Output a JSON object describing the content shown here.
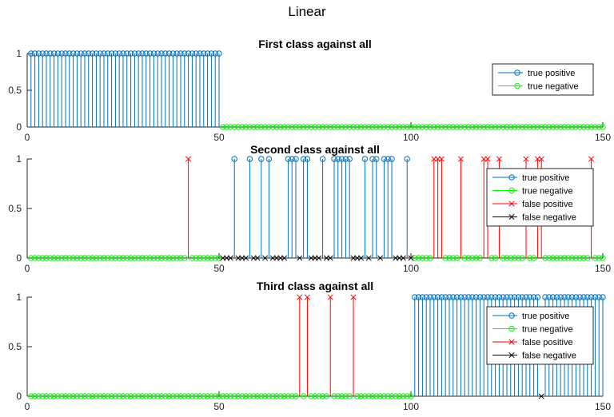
{
  "figure": {
    "title": "Linear"
  },
  "chart_data": [
    {
      "type": "stem",
      "title": "First class against all",
      "xlim": [
        0,
        150
      ],
      "ylim": [
        0,
        1
      ],
      "xticks": [
        "0",
        "50",
        "100",
        "150"
      ],
      "yticks": [
        "0",
        "0.5",
        "1"
      ],
      "grid": false,
      "legend_position": "top-right",
      "legend": [
        "true positive",
        "true negative"
      ],
      "series": [
        {
          "name": "true positive",
          "marker": "o",
          "color": "#0072bd",
          "range": [
            1,
            50
          ],
          "value": 1
        },
        {
          "name": "true negative",
          "marker": "o",
          "color": "#00ff00",
          "range": [
            51,
            150
          ],
          "value": 0
        }
      ]
    },
    {
      "type": "stem",
      "title": "Second class against all",
      "xlim": [
        0,
        150
      ],
      "ylim": [
        0,
        1
      ],
      "xticks": [
        "0",
        "50",
        "100",
        "150"
      ],
      "yticks": [
        "0",
        "0.5",
        "1"
      ],
      "grid": false,
      "legend_position": "top-right",
      "legend": [
        "true positive",
        "true negative",
        "false positive",
        "false negative"
      ],
      "series": [
        {
          "name": "true positive",
          "marker": "o",
          "color": "#0072bd",
          "value": 1,
          "x": [
            54,
            58,
            61,
            63,
            68,
            69,
            70,
            72,
            73,
            77,
            80,
            81,
            82,
            83,
            84,
            88,
            90,
            91,
            93,
            94,
            95,
            99
          ]
        },
        {
          "name": "true negative",
          "marker": "o",
          "color": "#00ff00",
          "value": 0,
          "x": [
            1,
            2,
            3,
            4,
            5,
            6,
            7,
            8,
            9,
            10,
            11,
            12,
            13,
            14,
            15,
            16,
            17,
            18,
            19,
            20,
            21,
            22,
            23,
            24,
            25,
            26,
            27,
            28,
            29,
            30,
            31,
            32,
            33,
            34,
            35,
            36,
            37,
            38,
            39,
            40,
            41,
            43,
            44,
            45,
            46,
            47,
            48,
            49,
            50,
            101,
            102,
            103,
            104,
            105,
            109,
            110,
            111,
            112,
            114,
            115,
            116,
            117,
            118,
            121,
            122,
            124,
            125,
            126,
            127,
            128,
            129,
            131,
            132,
            135,
            136,
            137,
            138,
            139,
            140,
            141,
            142,
            143,
            144,
            145,
            146,
            148,
            149,
            150
          ]
        },
        {
          "name": "false positive",
          "marker": "x",
          "color": "#ff0000",
          "value": 1,
          "x": [
            42,
            106,
            107,
            108,
            113,
            119,
            120,
            123,
            130,
            133,
            134,
            147
          ]
        },
        {
          "name": "false negative",
          "marker": "x",
          "color": "#000000",
          "value": 0,
          "x": [
            51,
            52,
            53,
            55,
            56,
            57,
            59,
            60,
            62,
            64,
            65,
            66,
            67,
            71,
            74,
            75,
            76,
            78,
            79,
            85,
            86,
            87,
            89,
            92,
            96,
            97,
            98,
            100
          ]
        }
      ]
    },
    {
      "type": "stem",
      "title": "Third class against all",
      "xlim": [
        0,
        150
      ],
      "ylim": [
        0,
        1
      ],
      "xticks": [
        "0",
        "50",
        "100",
        "150"
      ],
      "yticks": [
        "0",
        "0.5",
        "1"
      ],
      "grid": false,
      "legend_position": "top-right",
      "legend": [
        "true positive",
        "true negative",
        "false positive",
        "false negative"
      ],
      "series": [
        {
          "name": "true positive",
          "marker": "o",
          "color": "#0072bd",
          "value": 1,
          "x": [
            101,
            102,
            103,
            104,
            105,
            106,
            107,
            108,
            109,
            110,
            111,
            112,
            113,
            114,
            115,
            116,
            117,
            118,
            119,
            120,
            121,
            122,
            123,
            124,
            125,
            126,
            127,
            128,
            129,
            130,
            131,
            132,
            133,
            135,
            136,
            137,
            138,
            139,
            140,
            141,
            142,
            143,
            144,
            145,
            146,
            147,
            148,
            149,
            150
          ]
        },
        {
          "name": "true negative",
          "marker": "o",
          "color": "#00ff00",
          "value": 0,
          "x": [
            1,
            2,
            3,
            4,
            5,
            6,
            7,
            8,
            9,
            10,
            11,
            12,
            13,
            14,
            15,
            16,
            17,
            18,
            19,
            20,
            21,
            22,
            23,
            24,
            25,
            26,
            27,
            28,
            29,
            30,
            31,
            32,
            33,
            34,
            35,
            36,
            37,
            38,
            39,
            40,
            41,
            42,
            43,
            44,
            45,
            46,
            47,
            48,
            49,
            50,
            51,
            52,
            53,
            54,
            55,
            56,
            57,
            58,
            59,
            60,
            61,
            62,
            63,
            64,
            65,
            66,
            67,
            68,
            69,
            70,
            72,
            74,
            75,
            76,
            77,
            78,
            80,
            81,
            82,
            83,
            84,
            86,
            87,
            88,
            89,
            90,
            91,
            92,
            93,
            94,
            95,
            96,
            97,
            98,
            99,
            100
          ]
        },
        {
          "name": "false positive",
          "marker": "x",
          "color": "#ff0000",
          "value": 1,
          "x": [
            71,
            73,
            79,
            85
          ]
        },
        {
          "name": "false negative",
          "marker": "x",
          "color": "#000000",
          "value": 0,
          "x": [
            134
          ]
        }
      ]
    }
  ]
}
